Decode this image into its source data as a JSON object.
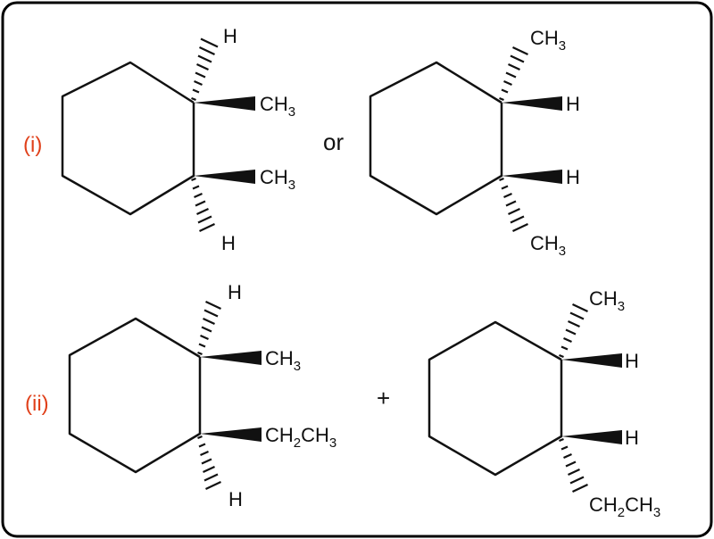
{
  "colors": {
    "accent": "#E0401A",
    "ink": "#111111",
    "frame": "#000000"
  },
  "rows": [
    {
      "label": "(i)",
      "connector": "or",
      "left": {
        "top_up": "H",
        "top_right": "CH",
        "top_right_sub": "3",
        "bottom_right": "CH",
        "bottom_right_sub": "3",
        "bottom_down": "H"
      },
      "right": {
        "top_up": "CH",
        "top_up_sub": "3",
        "top_right": "H",
        "bottom_right": "H",
        "bottom_down": "CH",
        "bottom_down_sub": "3"
      }
    },
    {
      "label": "(ii)",
      "connector": "+",
      "left": {
        "top_up": "H",
        "top_right": "CH",
        "top_right_sub": "3",
        "bottom_right_a": "CH",
        "bottom_right_sub": "2",
        "bottom_right_b": "CH",
        "bottom_right_sub2": "3",
        "bottom_down": "H"
      },
      "right": {
        "top_up": "CH",
        "top_up_sub": "3",
        "top_right": "H",
        "bottom_right": "H",
        "bottom_down_a": "CH",
        "bottom_down_sub": "2",
        "bottom_down_b": "CH",
        "bottom_down_sub2": "3"
      }
    }
  ]
}
